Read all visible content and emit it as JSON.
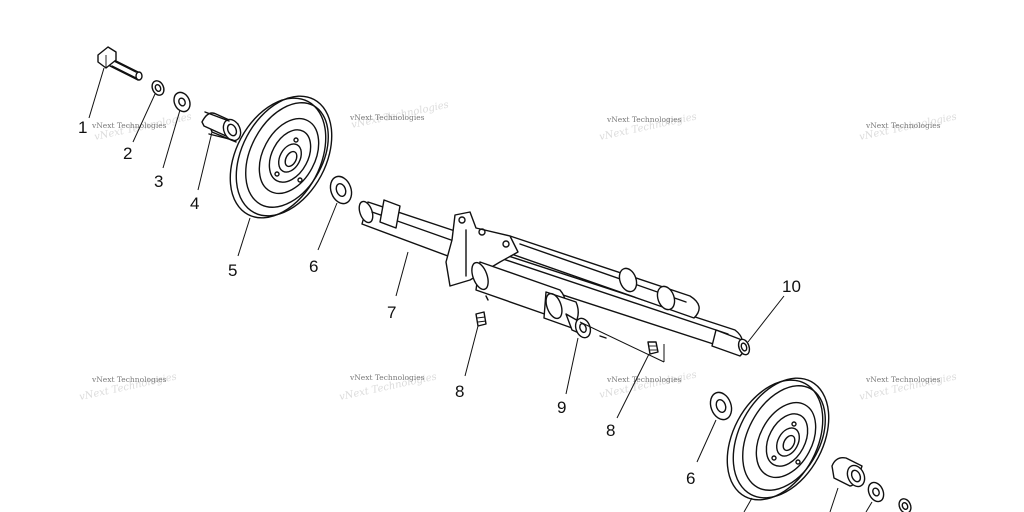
{
  "watermark_text": "vNext Technologies",
  "callouts": [
    "1",
    "2",
    "3",
    "4",
    "5",
    "6",
    "7",
    "8",
    "9",
    "10"
  ],
  "colors": {
    "line": "#111111",
    "background": "#ffffff",
    "watermark": "#7a7a7a"
  }
}
